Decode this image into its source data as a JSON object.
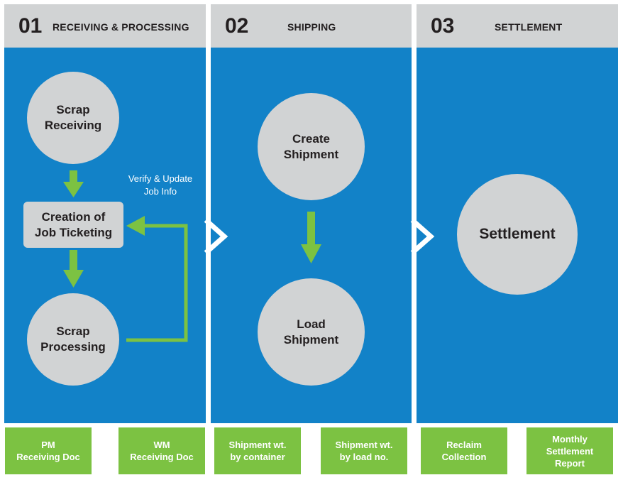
{
  "stages": [
    {
      "number": "01",
      "title": "RECEIVING & PROCESSING"
    },
    {
      "number": "02",
      "title": "SHIPPING"
    },
    {
      "number": "03",
      "title": "SETTLEMENT"
    }
  ],
  "nodes": {
    "scrap_receiving": "Scrap\nReceiving",
    "creation_job_ticketing": "Creation of\nJob Ticketing",
    "scrap_processing": "Scrap\nProcessing",
    "create_shipment": "Create\nShipment",
    "load_shipment": "Load\nShipment",
    "settlement": "Settlement"
  },
  "annotation": "Verify & Update\nJob Info",
  "documents": [
    "PM\nReceiving Doc",
    "WM\nReceiving Doc",
    "Shipment wt.\nby container",
    "Shipment wt.\nby load no.",
    "Reclaim\nCollection",
    "Monthly\nSettlement\nReport"
  ],
  "colors": {
    "panel": "#1282c8",
    "header": "#d1d3d4",
    "node": "#d1d3d4",
    "arrow": "#7cc242",
    "doc": "#7cc242"
  }
}
